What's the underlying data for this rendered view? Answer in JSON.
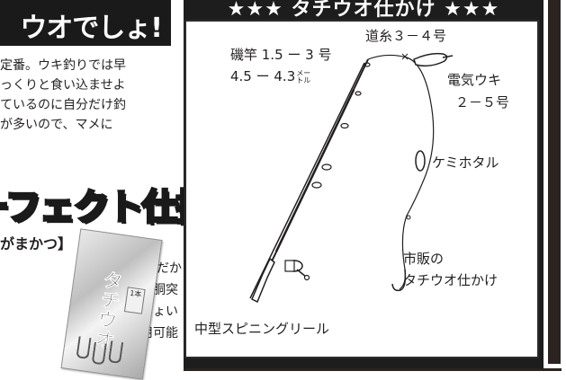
{
  "left_article": {
    "banner_text": "ウオでしょ!",
    "paragraph_lines": [
      "定番。ウキ釣りでは早",
      "っくりと食い込ませよ",
      "ているのに自分だけ釣",
      "が多いので、マメに"
    ],
    "perfect_title": "ーフェクト仕掛",
    "maker_label": "がまかつ】",
    "product_lines": [
      "確だか",
      "る胴突",
      "ちょい",
      "用可能"
    ],
    "package_name": "タチウオ",
    "package_tag": "1本"
  },
  "diagram": {
    "heading": "★★★ タチウオ仕かけ ★★★",
    "rod_label_line1": "磯竿 1.5 ー 3 号",
    "rod_label_line2": "4.5 ー 4.3",
    "rod_unit_top": "メー",
    "rod_unit_bottom": "トル",
    "line_label": "道糸３－４号",
    "float_label_line1": "電気ウキ",
    "float_label_line2": "２－５号",
    "light_label": "ケミホタル",
    "rig_label_line1": "市販の",
    "rig_label_line2": "タチウオ仕かけ",
    "reel_label": "中型スピニングリール"
  },
  "colors": {
    "frame": "#1d1d1d",
    "ink": "#231f20",
    "float_body": "#ffffff"
  }
}
